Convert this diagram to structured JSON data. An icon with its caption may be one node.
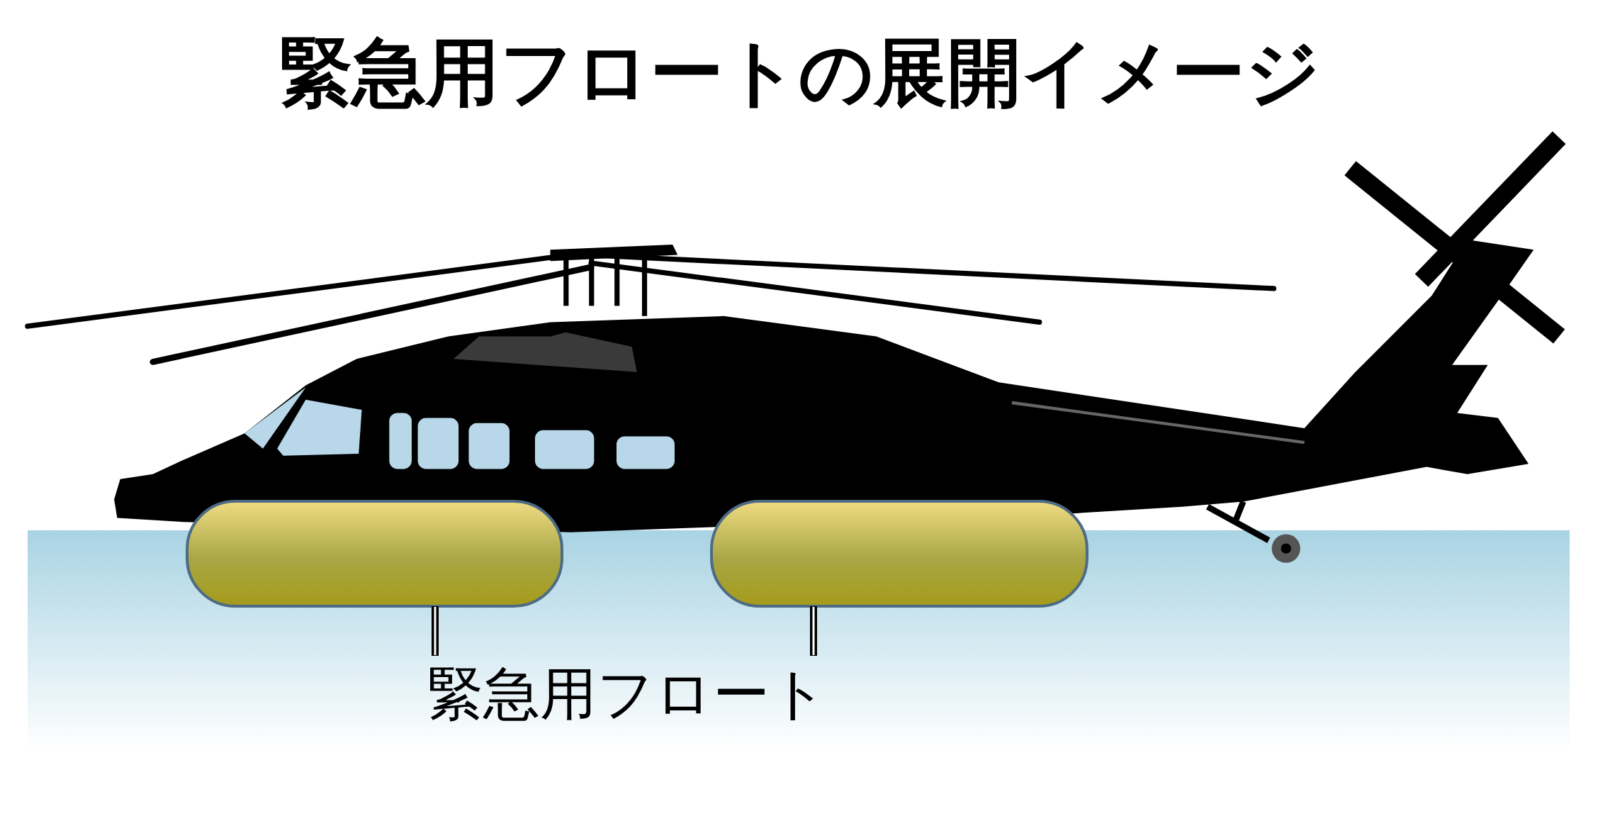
{
  "diagram": {
    "title": "緊急用フロートの展開イメージ",
    "nodes": [
      {
        "text": [
          "緊急用フロート"
        ]
      },
      {
        "text": [],
        "shape": "box"
      },
      {
        "text": [],
        "shape": "box"
      }
    ],
    "edges": [
      {
        "from": 0,
        "to": 1,
        "arrow": "none"
      },
      {
        "from": 0,
        "to": 2,
        "arrow": "none"
      }
    ]
  }
}
